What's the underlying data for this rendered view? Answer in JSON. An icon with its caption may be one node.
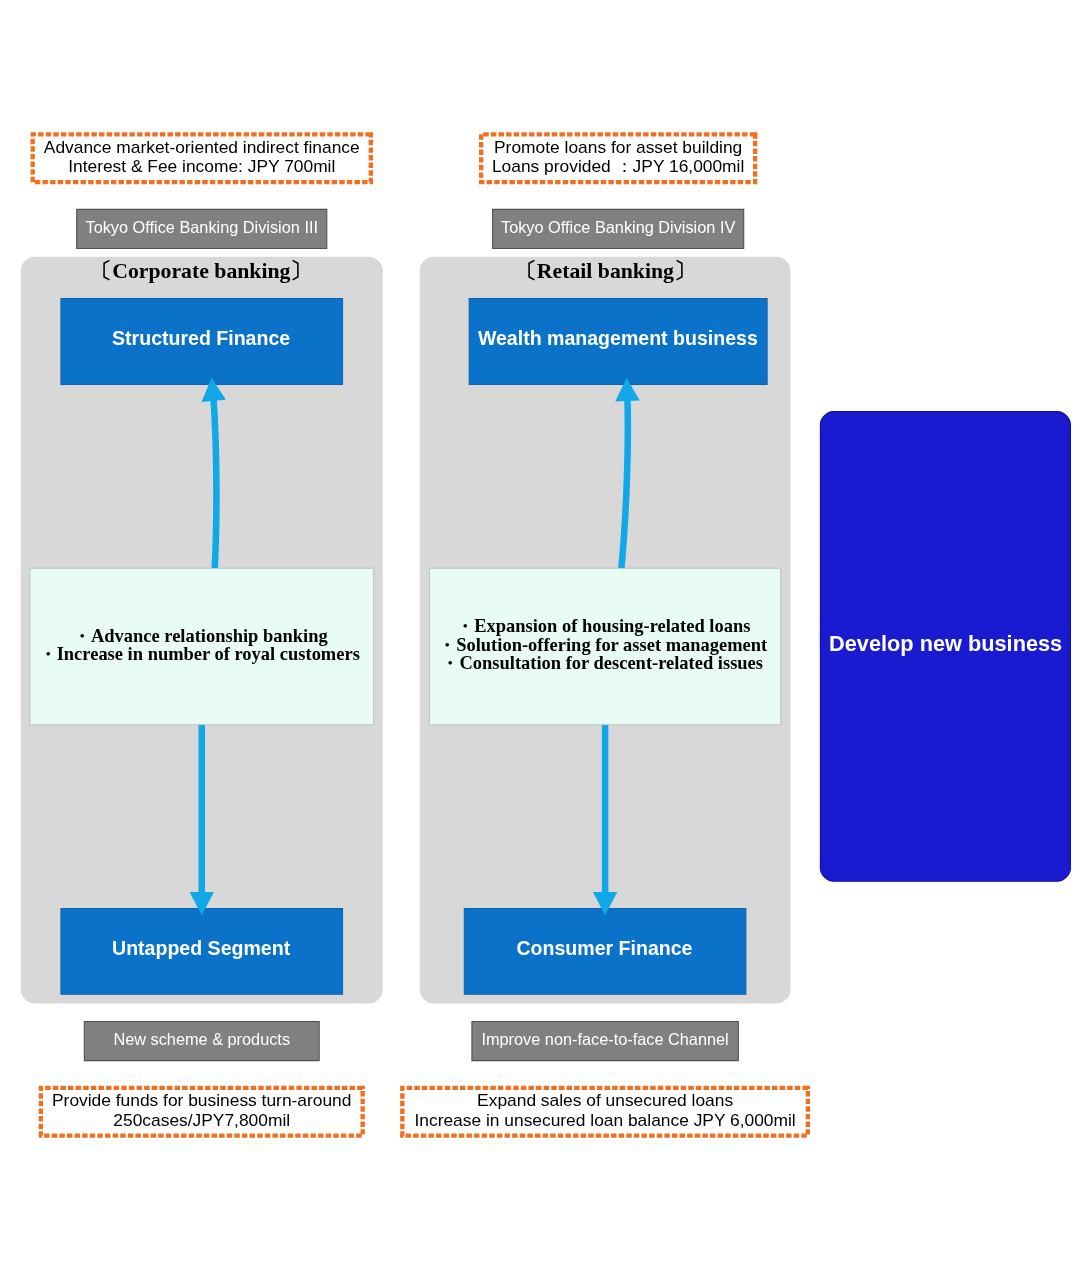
{
  "diagram": {
    "nodes": [
      {
        "text": [
          "Advance market-oriented indirect finance",
          "Interest & Fee income: JPY 700mil"
        ]
      },
      {
        "text": [
          "Promote loans for asset building",
          "Loans provided ：JPY 16,000mil"
        ]
      },
      {
        "text": [
          "Tokyo Office Banking Division III"
        ]
      },
      {
        "text": [
          "Tokyo Office Banking Division IV"
        ]
      },
      {
        "text": [
          "〔Corporate banking〕"
        ]
      },
      {
        "text": [
          "〔Retail banking〕"
        ]
      },
      {
        "text": [
          "Structured Finance"
        ],
        "in": 4
      },
      {
        "text": [
          "Wealth management business"
        ],
        "in": 5
      },
      {
        "text": [
          "・Advance relationship banking",
          "・Increase in number of royal customers"
        ],
        "in": 4
      },
      {
        "text": [
          "・Expansion of housing-related loans",
          "・Solution-offering for asset management",
          "・Consultation for descent-related issues"
        ],
        "in": 5
      },
      {
        "text": [
          "Untapped Segment"
        ],
        "in": 4
      },
      {
        "text": [
          "Consumer Finance"
        ],
        "in": 5
      },
      {
        "text": [
          "New scheme & products"
        ]
      },
      {
        "text": [
          "Improve non-face-to-face Channel"
        ]
      },
      {
        "text": [
          "Provide funds for business turn-around",
          "250cases/JPY7,800mil"
        ]
      },
      {
        "text": [
          "Expand sales of unsecured loans",
          "Increase in unsecured loan balance JPY 6,000mil"
        ]
      },
      {
        "text": [
          "Develop new business"
        ]
      }
    ],
    "edges": [
      {
        "from": 8,
        "to": 6,
        "arrow": "to"
      },
      {
        "from": 9,
        "to": 7,
        "arrow": "to"
      },
      {
        "from": 8,
        "to": 10,
        "arrow": "to"
      },
      {
        "from": 9,
        "to": 11,
        "arrow": "to"
      }
    ]
  }
}
